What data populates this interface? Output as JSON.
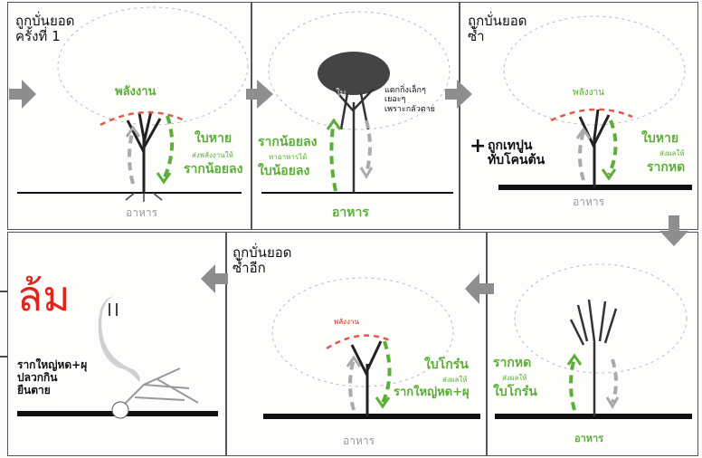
{
  "colors": {
    "green": "#5cae38",
    "red_dash": "#e05a4a",
    "gray_arrow": "#8e8e8e",
    "ground": "#111111",
    "fall_title": "#e0251d"
  },
  "panels": [
    {
      "title": "ถูกบั่นยอด\nครั้งที่ 1",
      "energy": "พลังงาน",
      "leaves": "ใบหาย",
      "leaves_note": "ส่งพลังงานให้",
      "roots": "รากน้อยลง",
      "food": "อาหาร"
    },
    {
      "roots": "รากน้อยลง",
      "roots_note": "หาอาหารได้",
      "leaves": "ใบน้อยลง",
      "food": "อาหาร",
      "branch_note": "แตกกิ่งเล็กๆ\nเยอะๆ\nเพราะกลัวตาย",
      "canopy_label": "ใบ"
    },
    {
      "title": "ถูกบั่นยอด\nซ้ำ",
      "energy": "พลังงาน",
      "concrete": "ถูกเทปูน\nทับโคนต้น",
      "plus": "+",
      "leaves": "ใบหาย",
      "leaves_note": "ส่งผลให้",
      "roots": "รากหด",
      "food": "อาหาร"
    },
    {
      "fall": "ล้ม",
      "note": "รากใหญ่หด+ผุ\nปลวกกิน\nยืนตาย"
    },
    {
      "title": "ถูกบั่นยอด\nซ้ำอีก",
      "energy": "พลังงาน",
      "leaves": "ใบโกร๋น",
      "leaves_note": "ส่งผลให้",
      "roots": "รากใหญ่หด+ผุ",
      "food": "อาหาร"
    },
    {
      "roots": "รากหด",
      "roots_note": "ส่งผลให้",
      "leaves": "ใบโกร๋น",
      "food": "อาหาร"
    }
  ],
  "icons": [
    "arrow-right-icon",
    "arrow-down-icon",
    "arrow-left-icon",
    "tree-icon",
    "ghost-icon",
    "fallen-tree-icon"
  ]
}
